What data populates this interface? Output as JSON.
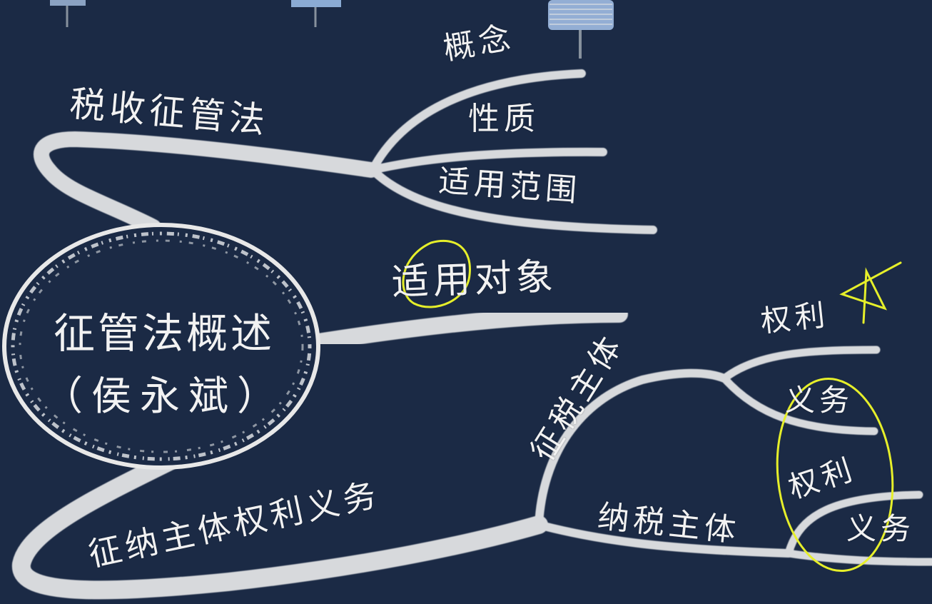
{
  "mindmap": {
    "center": {
      "title": "征管法概述",
      "subtitle": "（侯永斌）"
    },
    "branches": [
      {
        "label": "税收征管法",
        "children": [
          "概念",
          "性质",
          "适用范围"
        ]
      },
      {
        "label": "适用对象"
      },
      {
        "label": "征纳主体权利义务",
        "children": [
          {
            "label": "征税主体",
            "children": [
              "权利",
              "义务"
            ]
          },
          {
            "label": "纳税主体",
            "children": [
              "权利",
              "义务"
            ]
          }
        ]
      }
    ]
  },
  "colors": {
    "background": "#1b2a45",
    "branch": "#d7d9dc",
    "text": "#f2f2f2",
    "highlight": "#e6ef2a"
  }
}
